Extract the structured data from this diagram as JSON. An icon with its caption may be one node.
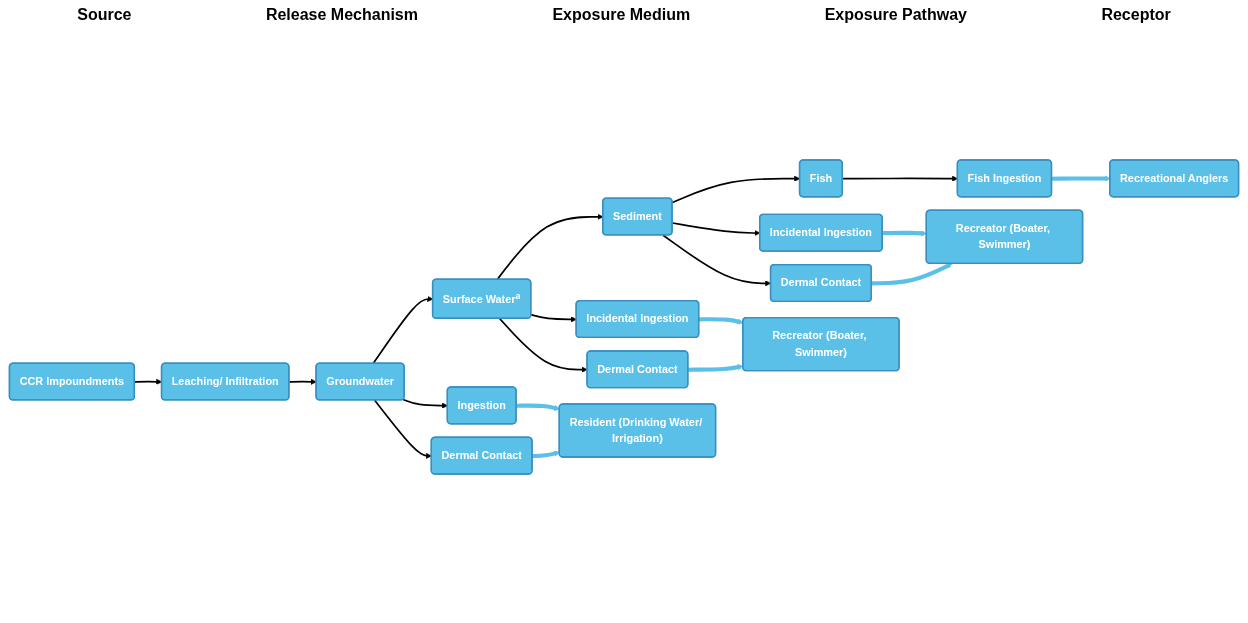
{
  "diagram": {
    "nodes": [
      {
        "text": [
          "CCR Impoundments"
        ]
      },
      {
        "text": [
          "Leaching/ Infiltration"
        ]
      },
      {
        "text": [
          "Groundwater"
        ]
      },
      {
        "text": [
          "Surface Water$^{a}$"
        ]
      },
      {
        "text": [
          "Sediment"
        ]
      },
      {
        "text": [
          "Fish"
        ]
      },
      {
        "text": [
          "Ingestion"
        ]
      },
      {
        "text": [
          "Dermal Contact"
        ]
      },
      {
        "text": [
          "Incidental Ingestion"
        ]
      },
      {
        "text": [
          "Dermal Contact"
        ]
      },
      {
        "text": [
          "Incidental Ingestion"
        ]
      },
      {
        "text": [
          "Dermal Contact"
        ]
      },
      {
        "text": [
          "Fish Ingestion"
        ]
      },
      {
        "text": [
          "Resident (Drinking Water/ Irrigation)"
        ]
      },
      {
        "text": [
          "Recreator (Boater, Swimmer)"
        ]
      },
      {
        "text": [
          "Recreator (Boater, Swimmer)"
        ]
      },
      {
        "text": [
          "Recreational Anglers"
        ]
      }
    ],
    "edges": [
      {
        "from": 0,
        "to": 1,
        "arrow": "to"
      },
      {
        "from": 1,
        "to": 2,
        "arrow": "to"
      },
      {
        "from": 2,
        "to": 3,
        "arrow": "to"
      },
      {
        "from": 3,
        "to": 4,
        "arrow": "to"
      },
      {
        "from": 4,
        "to": 5,
        "arrow": "to"
      },
      {
        "from": 2,
        "to": 6,
        "arrow": "to"
      },
      {
        "from": 2,
        "to": 7,
        "arrow": "to"
      },
      {
        "from": 3,
        "to": 8,
        "arrow": "to"
      },
      {
        "from": 3,
        "to": 9,
        "arrow": "to"
      },
      {
        "from": 4,
        "to": 10,
        "arrow": "to"
      },
      {
        "from": 4,
        "to": 11,
        "arrow": "to"
      },
      {
        "from": 5,
        "to": 12,
        "arrow": "to"
      },
      {
        "from": 6,
        "to": 13,
        "arrow": "to",
        "style": "thick",
        "color": "#5bc0e8"
      },
      {
        "from": 7,
        "to": 13,
        "arrow": "to",
        "style": "thick",
        "color": "#5bc0e8"
      },
      {
        "from": 8,
        "to": 14,
        "arrow": "to",
        "style": "thick",
        "color": "#5bc0e8"
      },
      {
        "from": 9,
        "to": 14,
        "arrow": "to",
        "style": "thick",
        "color": "#5bc0e8"
      },
      {
        "from": 10,
        "to": 15,
        "arrow": "to",
        "style": "thick",
        "color": "#5bc0e8"
      },
      {
        "from": 11,
        "to": 15,
        "arrow": "to",
        "style": "thick",
        "color": "#5bc0e8"
      },
      {
        "from": 12,
        "to": 16,
        "arrow": "to",
        "style": "thick",
        "color": "#5bc0e8"
      }
    ],
    "labels": [
      "Source",
      "Release Mechanism",
      "Exposure Medium",
      "Exposure Pathway",
      "Receptor"
    ]
  }
}
